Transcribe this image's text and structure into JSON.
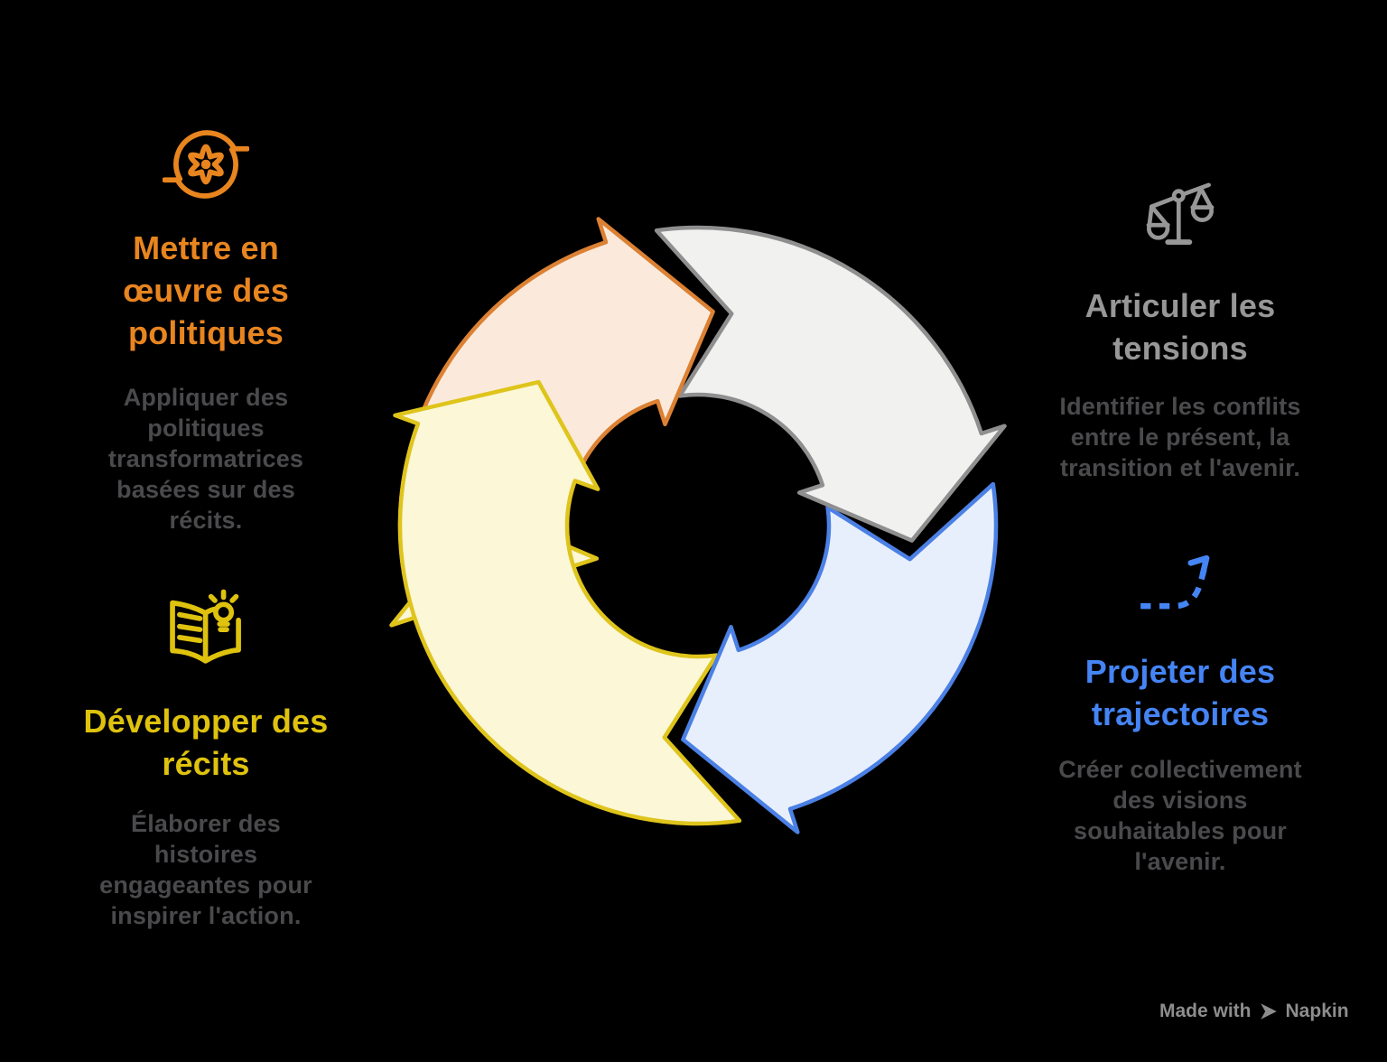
{
  "canvas": {
    "background": "#000000",
    "body_text_color": "#4A4A4D"
  },
  "sections": [
    {
      "key": "implement-policies",
      "position": "top-left",
      "accent": "#E8851F",
      "icon": "cycle-gear-icon",
      "title": "Mettre en\nœuvre des\npolitiques",
      "description": "Appliquer des\npolitiques\ntransformatrices\nbasées sur des\nrécits."
    },
    {
      "key": "develop-narratives",
      "position": "bottom-left",
      "accent": "#DFC20E",
      "icon": "book-idea-icon",
      "title": "Développer des\nrécits",
      "description": "Élaborer des\nhistoires\nengageantes pour\ninspirer l'action."
    },
    {
      "key": "articulate-tensions",
      "position": "top-right",
      "accent": "#979797",
      "icon": "balance-scale-icon",
      "title": "Articuler les\ntensions",
      "description": "Identifier les conflits\nentre le présent, la\ntransition et l'avenir."
    },
    {
      "key": "project-trajectories",
      "position": "bottom-right",
      "accent": "#4584F4",
      "icon": "trajectory-arrow-icon",
      "title": "Projeter des\ntrajectoires",
      "description": "Créer collectivement\ndes visions\nsouhaitables pour\nl'avenir."
    }
  ],
  "diagram": {
    "type": "cycle",
    "arrows": [
      {
        "name": "develop-narratives-arrow",
        "fill": "#FBF7D7",
        "stroke": "#DFC41C"
      },
      {
        "name": "project-trajectories-arrow",
        "fill": "#E8EFFC",
        "stroke": "#4B80E5"
      },
      {
        "name": "articulate-tensions-arrow",
        "fill": "#F1F1F0",
        "stroke": "#8F8F8F"
      },
      {
        "name": "implement-policies-arrow",
        "fill": "#FBEADB",
        "stroke": "#DC8133"
      }
    ]
  },
  "watermark": {
    "made_with": "Made with",
    "brand": "Napkin",
    "color": "#8D8D8D"
  }
}
